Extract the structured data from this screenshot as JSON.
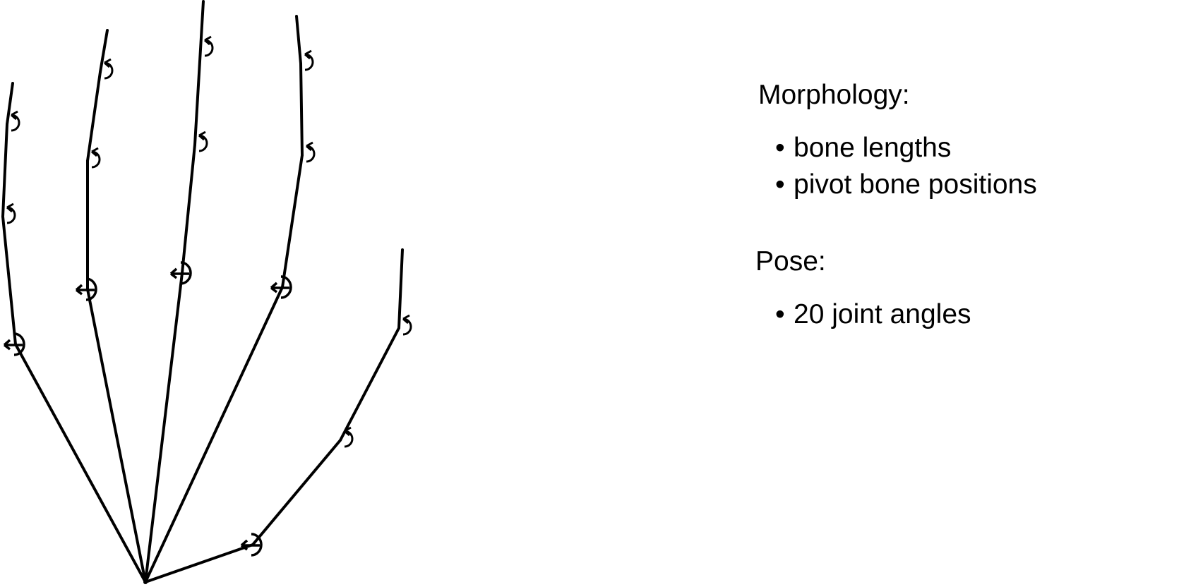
{
  "diagram": {
    "name": "hand-skeleton",
    "bone_color": "#000000",
    "joint_marker": "rotation-arrow-icon"
  },
  "morphology": {
    "heading": "Morphology:",
    "items": [
      "bone lengths",
      "pivot bone positions"
    ]
  },
  "pose": {
    "heading": "Pose:",
    "items": [
      "20 joint angles"
    ]
  }
}
